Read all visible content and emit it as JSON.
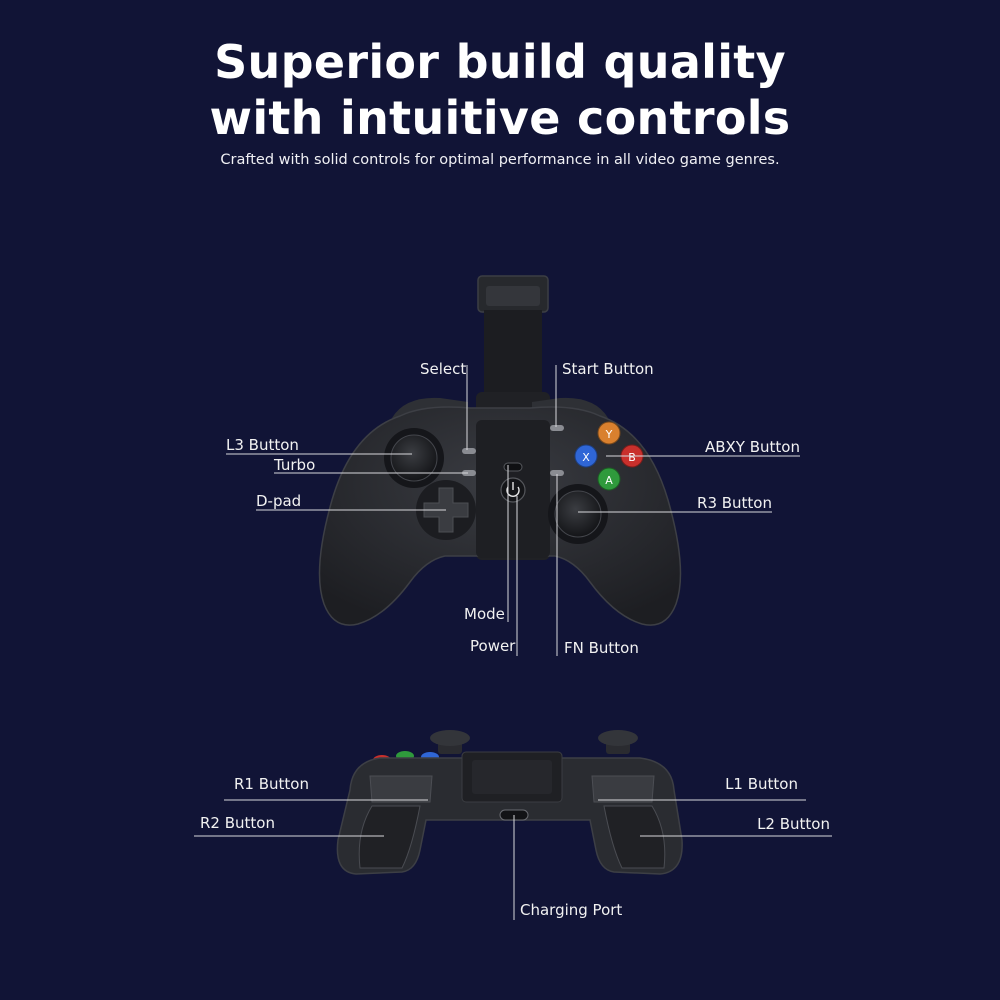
{
  "headline": {
    "line1": "Superior build quality",
    "line2": "with intuitive controls"
  },
  "subheadline": "Crafted with solid controls for optimal performance in all video game genres.",
  "front_view_labels": {
    "select": "Select",
    "start": "Start Button",
    "l3": "L3 Button",
    "turbo": "Turbo",
    "dpad": "D-pad",
    "abxy": "ABXY Button",
    "r3": "R3 Button",
    "mode": "Mode",
    "power": "Power",
    "fn": "FN Button"
  },
  "top_view_labels": {
    "r1": "R1 Button",
    "r2": "R2 Button",
    "l1": "L1 Button",
    "l2": "L2 Button",
    "charging": "Charging Port"
  },
  "face_buttons": {
    "y": "Y",
    "b": "B",
    "x": "X",
    "a": "A"
  },
  "colors": {
    "background": "#111436",
    "controller": "#2a2c31",
    "leader_line": "#d8d8dc",
    "y_button": "#d9802e",
    "b_button": "#c9302c",
    "x_button": "#2f66d6",
    "a_button": "#2f9a3c"
  }
}
